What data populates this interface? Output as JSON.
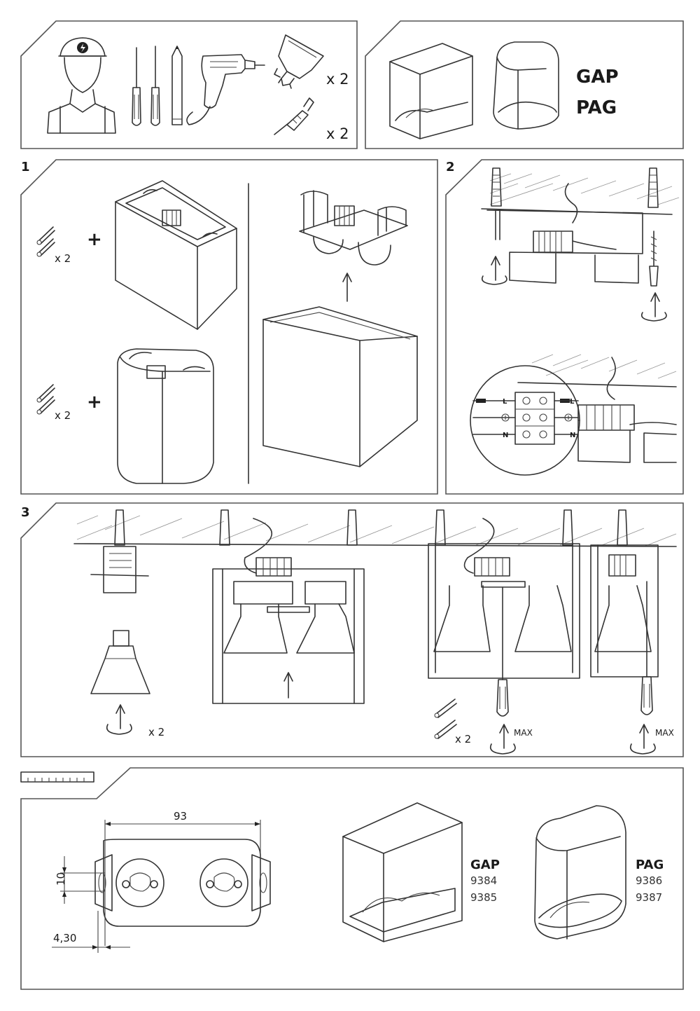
{
  "header": {
    "models": [
      "GAP",
      "PAG"
    ],
    "multipliers": {
      "bulbs": "x 2",
      "screws": "x 2"
    }
  },
  "steps": {
    "one": {
      "number": "1",
      "screw_multiplier_a": "x 2",
      "screw_multiplier_b": "x 2",
      "plus": "+"
    },
    "two": {
      "number": "2",
      "terminals": [
        "L",
        "N"
      ]
    },
    "three": {
      "number": "3",
      "bulb_multiplier": "x 2",
      "screw_multiplier": "x 2",
      "torque_a": "MAX",
      "torque_b": "MAX"
    }
  },
  "specs": {
    "width_dim": "93",
    "height_dim": "10",
    "offset_dim": "4,30",
    "gap": {
      "name": "GAP",
      "codes": [
        "9384",
        "9385"
      ]
    },
    "pag": {
      "name": "PAG",
      "codes": [
        "9386",
        "9387"
      ]
    }
  },
  "icons": [
    "electrician-icon",
    "screwdriver-icon",
    "pencil-icon",
    "drill-icon",
    "gu10-bulb-icon",
    "wall-plug-icon",
    "rotate-arrow-icon",
    "ruler-icon"
  ]
}
